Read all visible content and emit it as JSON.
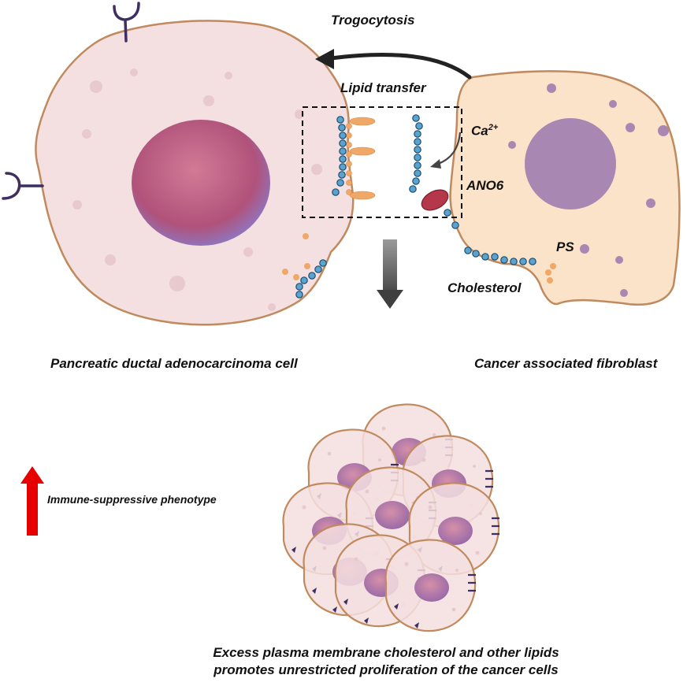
{
  "labels": {
    "trogocytosis": "Trogocytosis",
    "lipid_transfer": "Lipid  transfer",
    "calcium": "Ca",
    "calcium_superscript": "2+",
    "ano6": "ANO6",
    "ps": "PS",
    "cholesterol": "Cholesterol",
    "pdac_cell": "Pancreatic ductal adenocarcinoma cell",
    "caf_cell": "Cancer associated fibroblast",
    "immune_phenotype": "Immune-suppressive  phenotype",
    "caption_line1": "Excess plasma membrane cholesterol and other lipids",
    "caption_line2": "promotes unrestricted proliferation of the cancer cells"
  },
  "colors": {
    "cancer_cell_fill": "#f4dfe1",
    "cell_outline": "#c08a5e",
    "cancer_nucleus": "#b0527a",
    "caf_fill": "#fbe3c9",
    "caf_nucleus": "#a887b2",
    "cholesterol_bead": "#5ba3cf",
    "ps_bead": "#f0a868",
    "ano6": "#b5374a",
    "receptor": "#3f2f60",
    "up_arrow": "#e60000",
    "down_arrow": "#707070"
  },
  "icons": [
    "trogocytosis-arrow",
    "calcium-arrow",
    "down-arrow",
    "up-arrow",
    "receptor-icon",
    "ano6-channel"
  ]
}
